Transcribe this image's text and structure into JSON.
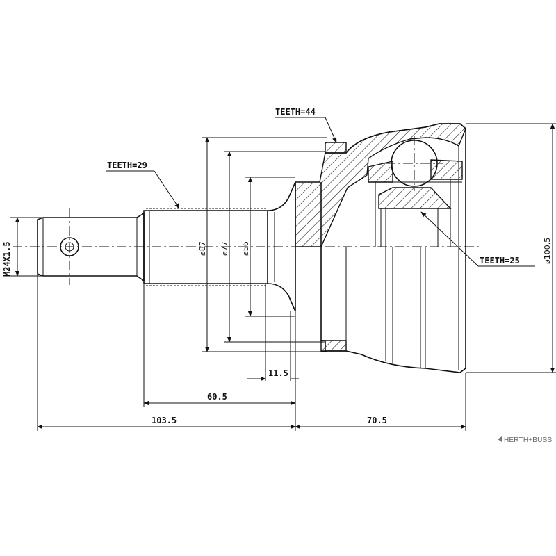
{
  "brand": "HERTH+BUSS",
  "labels": {
    "teeth_outer": "TEETH=44",
    "teeth_shaft": "TEETH=29",
    "teeth_inner": "TEETH=25",
    "thread": "M24X1.5",
    "dia_87": "ø87",
    "dia_77": "ø77",
    "dia_56": "ø56",
    "dia_100_5": "ø100.5",
    "len_11_5": "11.5",
    "len_60_5": "60.5",
    "len_103_5": "103.5",
    "len_70_5": "70.5"
  }
}
